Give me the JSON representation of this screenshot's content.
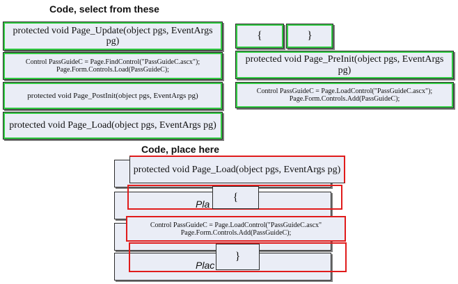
{
  "headings": {
    "select": "Code, select from these",
    "place": "Code, place here"
  },
  "source_tiles": {
    "page_update": "protected void Page_Update(object pgs, EventArgs pg)",
    "findcontrol": [
      "Control PassGuideC = Page.FindControl(\"PassGuideC.ascx\");",
      "Page.Form.Controls.Load(PassGuideC);"
    ],
    "page_postinit": "protected void Page_PostInit(object pgs, EventArgs pg)",
    "page_load": "protected void Page_Load(object pgs, EventArgs pg)",
    "open_brace": "{",
    "close_brace": "}",
    "page_preinit": "protected void Page_PreInit(object pgs, EventArgs pg)",
    "loadcontrol": [
      "Control PassGuideC = Page.LoadControl(\"PassGuideC.ascx\");",
      "Page.Form.Controls.Add(PassGuideC);"
    ]
  },
  "answer_area": {
    "placed_header": "protected void Page_Load(object pgs, EventArgs pg)",
    "placed_open_brace": "{",
    "placed_loadcontrol": [
      "Control PassGuideC = Page.LoadControl(\"PassGuideC.ascx\"",
      "Page.Form.Controls.Add(PassGuideC);"
    ],
    "placed_close_brace": "}",
    "slot_label_1": "Pla",
    "slot_label_2": "Plac"
  }
}
